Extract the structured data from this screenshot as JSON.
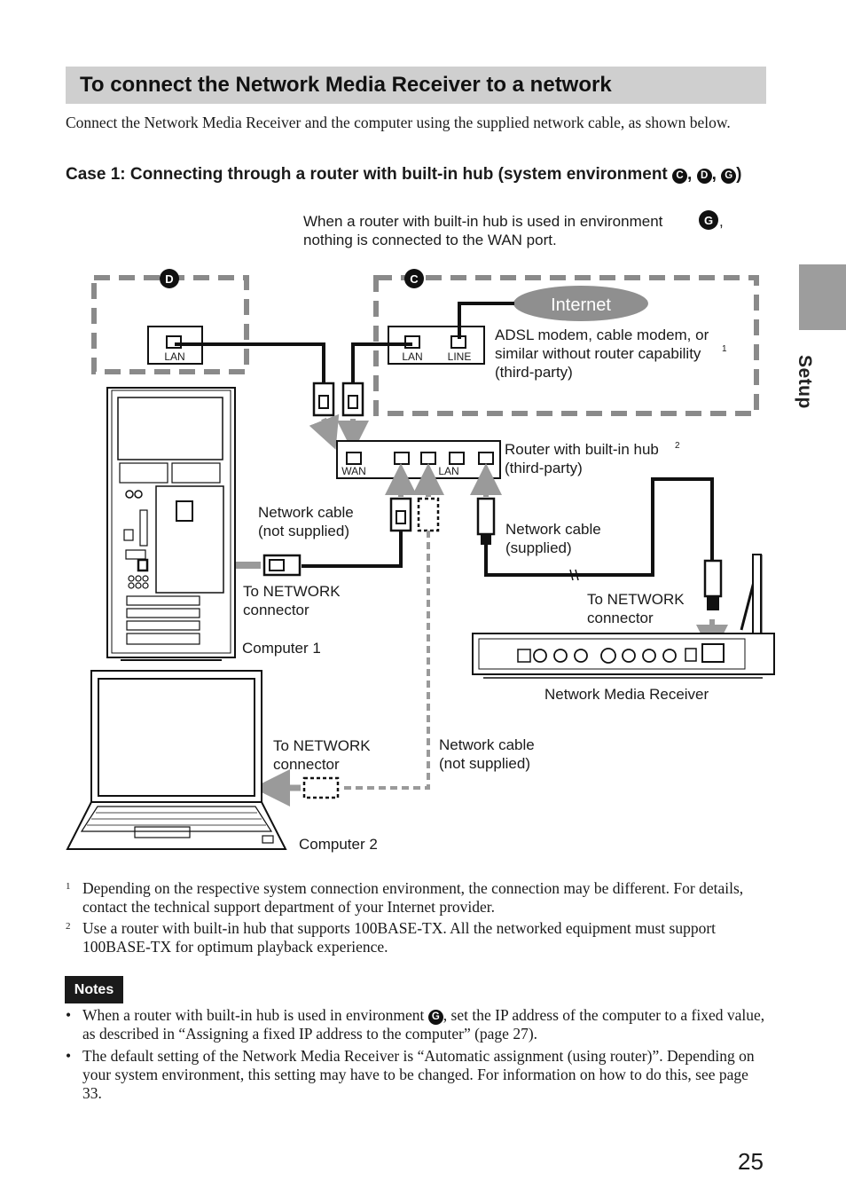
{
  "heading": "To connect the Network Media Receiver to a network",
  "intro": "Connect the Network Media Receiver and the computer using the supplied network cable, as shown below.",
  "case1": {
    "prefix": "Case 1: Connecting through a router with built-in hub (system environment ",
    "env_c": "C",
    "sep1": ", ",
    "env_d": "D",
    "sep2": ", ",
    "env_g": "G",
    "suffix": ")"
  },
  "side_tab": {
    "label": "Setup",
    "color": "#9d9d9d"
  },
  "diagram": {
    "router_note_line1": "When a router with built-in hub is used in environment",
    "router_note_badge": "G",
    "router_note_line1_end": ",",
    "router_note_line2": "nothing is connected to the WAN port.",
    "env_d_badge": "D",
    "env_c_badge": "C",
    "internet_label": "Internet",
    "lan_port_computer": "LAN",
    "modem_lan_port": "LAN",
    "modem_line_port": "LINE",
    "modem_label_line1": "ADSL modem, cable modem, or",
    "modem_label_line2": "similar without router capability",
    "modem_label_sup": "1",
    "modem_label_line3": "(third-party)",
    "router_wan_port": "WAN",
    "router_lan_port": "LAN",
    "router_label_line1": "Router with built-in hub",
    "router_label_sup": "2",
    "router_label_line2": "(third-party)",
    "cable_not_supplied_1_line1": "Network cable",
    "cable_not_supplied_1_line2": "(not supplied)",
    "cable_supplied_line1": "Network cable",
    "cable_supplied_line2": "(supplied)",
    "to_network_1_line1": "To NETWORK",
    "to_network_1_line2": "connector",
    "to_network_receiver_line1": "To NETWORK",
    "to_network_receiver_line2": "connector",
    "computer1_label": "Computer 1",
    "receiver_label": "Network Media Receiver",
    "to_network_2_line1": "To NETWORK",
    "to_network_2_line2": "connector",
    "cable_not_supplied_2_line1": "Network cable",
    "cable_not_supplied_2_line2": "(not supplied)",
    "computer2_label": "Computer 2"
  },
  "footnotes": [
    {
      "mark": "1",
      "text": "Depending on the respective system connection environment, the connection may be different. For details, contact the technical support department of your Internet provider."
    },
    {
      "mark": "2",
      "text": "Use a router with built-in hub that supports 100BASE-TX. All the networked equipment must support 100BASE-TX for optimum playback experience."
    }
  ],
  "notes": {
    "badge": "Notes",
    "bullet": "•",
    "item1_pre": "When a router with built-in hub is used in environment ",
    "item1_badge": "G",
    "item1_post": ", set the IP address of the computer to a fixed value, as described in “Assigning a fixed IP address to the computer” (page 27).",
    "item2": "The default setting of the Network Media Receiver is “Automatic assignment (using router)”. Depending on your system environment, this setting may have to be changed. For information on how to do this, see page 33."
  },
  "page_number": "25"
}
